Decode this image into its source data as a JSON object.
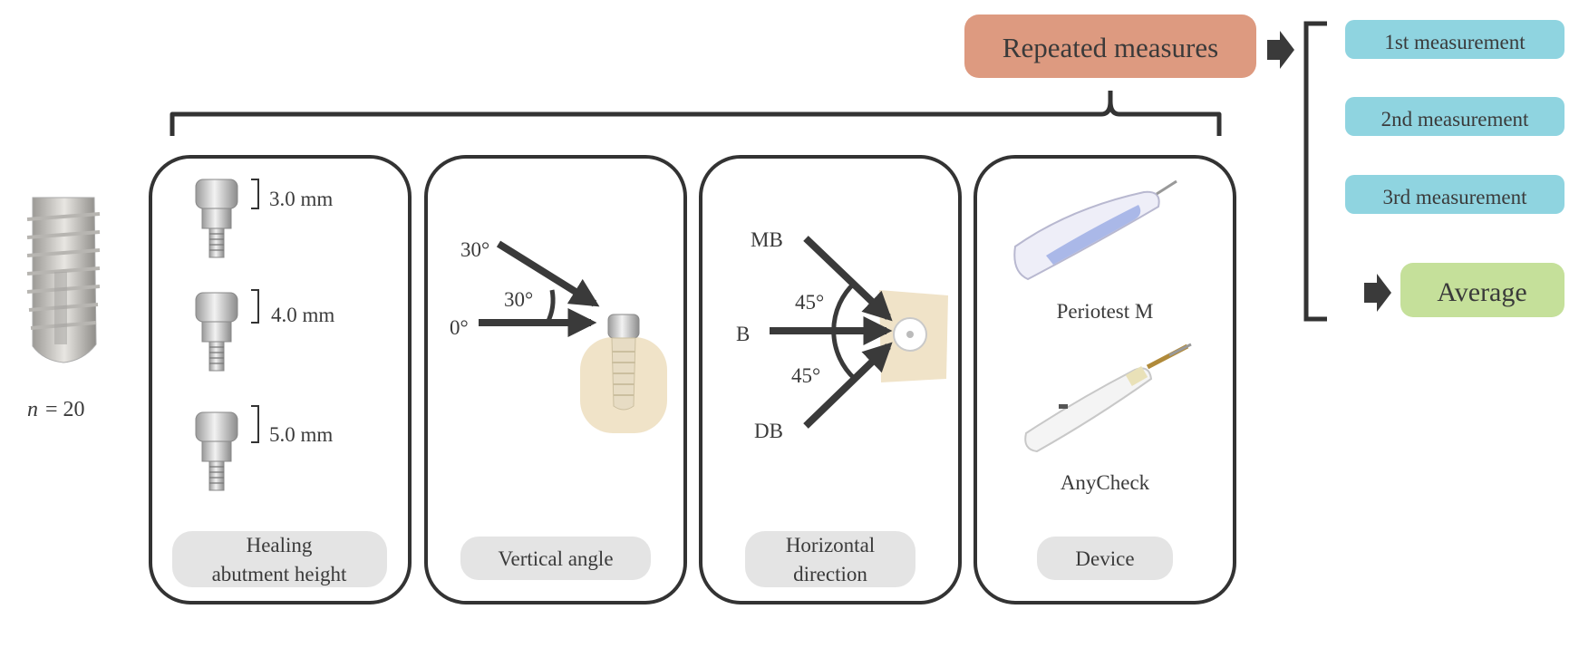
{
  "sample": {
    "n_label": "n",
    "n_value": "= 20"
  },
  "repeated_measures": {
    "label": "Repeated measures",
    "color": "#dd9a80"
  },
  "measurements": {
    "items": [
      "1st measurement",
      "2nd measurement",
      "3rd measurement"
    ],
    "color": "#8fd4e0",
    "average_label": "Average",
    "average_color": "#c5e09a"
  },
  "panels": {
    "healing": {
      "caption_line1": "Healing",
      "caption_line2": "abutment height",
      "heights": [
        "3.0 mm",
        "4.0 mm",
        "5.0 mm"
      ]
    },
    "vertical": {
      "caption": "Vertical angle",
      "angle_top": "30°",
      "angle_mid": "30°",
      "angle_zero": "0°"
    },
    "horizontal": {
      "caption_line1": "Horizontal",
      "caption_line2": "direction",
      "mb": "MB",
      "b": "B",
      "db": "DB",
      "angle_upper": "45°",
      "angle_lower": "45°"
    },
    "device": {
      "caption": "Device",
      "device1": "Periotest M",
      "device2": "AnyCheck"
    }
  },
  "colors": {
    "arrow": "#3a3a3a",
    "panel_border": "#333333",
    "caption_bg": "#e4e4e4",
    "bone": "#f0e3c8"
  }
}
